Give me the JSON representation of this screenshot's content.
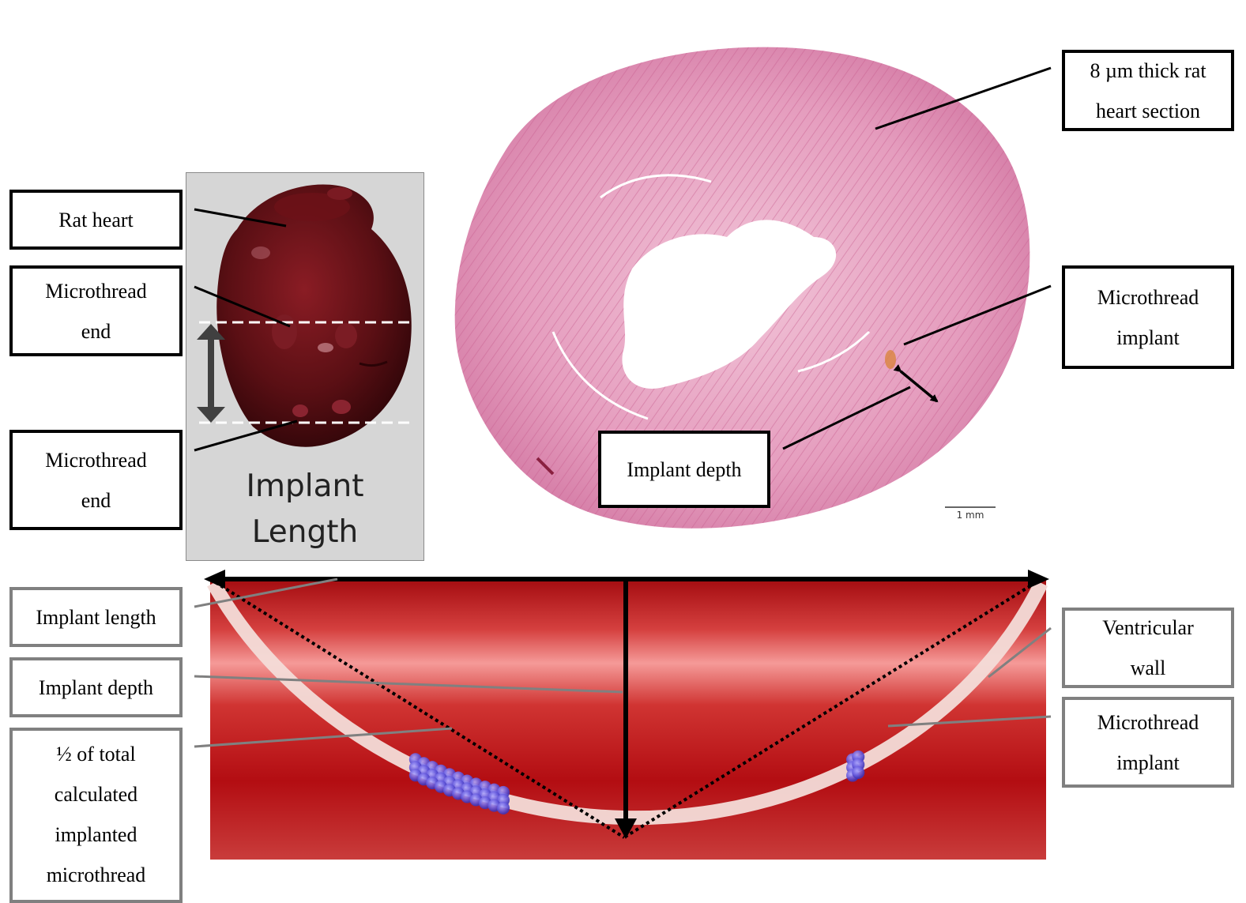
{
  "heart_photo": {
    "caption": "Implant\nLength"
  },
  "histology": {
    "scale_bar": "1 mm"
  },
  "labels": {
    "rat_heart": "Rat heart",
    "microthread_end_top": "Microthread\nend",
    "microthread_end_bottom": "Microthread\nend",
    "section": "8 µm thick rat\nheart section",
    "microthread_implant_top": "Microthread\nimplant",
    "implant_depth_top": "Implant depth",
    "implant_length": "Implant length",
    "implant_depth_bottom": "Implant depth",
    "half_total": "½ of total\ncalculated\nimplanted\nmicrothread",
    "ventricular_wall": "Ventricular\nwall",
    "microthread_implant_bottom": "Microthread\nimplant"
  },
  "colors": {
    "heart": "#5a0f14",
    "tissue": "#e8a6c4",
    "wall_dark": "#b30d12",
    "wall_light": "#f59a98",
    "bead": "#6b5fe0",
    "thread": "#f3dcd8"
  }
}
